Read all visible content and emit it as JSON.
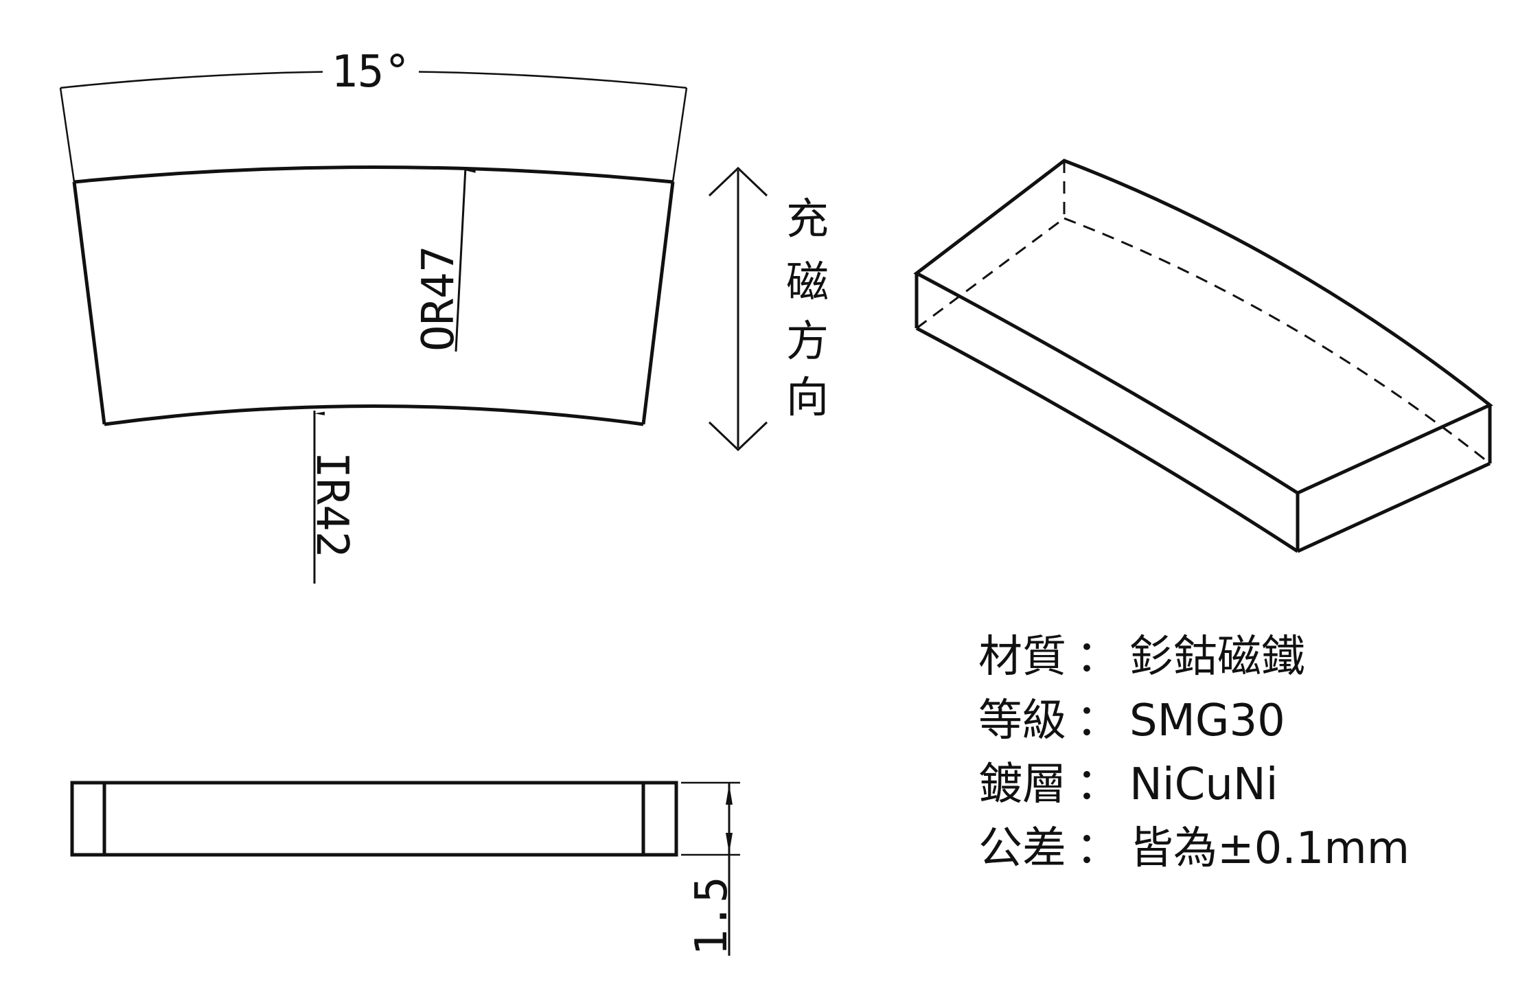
{
  "front_view": {
    "angle_label": "15°",
    "outer_radius_label": "OR47",
    "inner_radius_label": "IR42"
  },
  "magnetization": {
    "label_chars": [
      "充",
      "磁",
      "方",
      "向"
    ]
  },
  "side_view": {
    "thickness_label": "1.5"
  },
  "specs": [
    {
      "label": "材質",
      "separator": "：",
      "value": "釤鈷磁鐵"
    },
    {
      "label": "等級",
      "separator": "：",
      "value": "SMG30"
    },
    {
      "label": "鍍層",
      "separator": "：",
      "value": "NiCuNi"
    },
    {
      "label": "公差",
      "separator": "：",
      "value": "皆為±0.1mm"
    }
  ]
}
